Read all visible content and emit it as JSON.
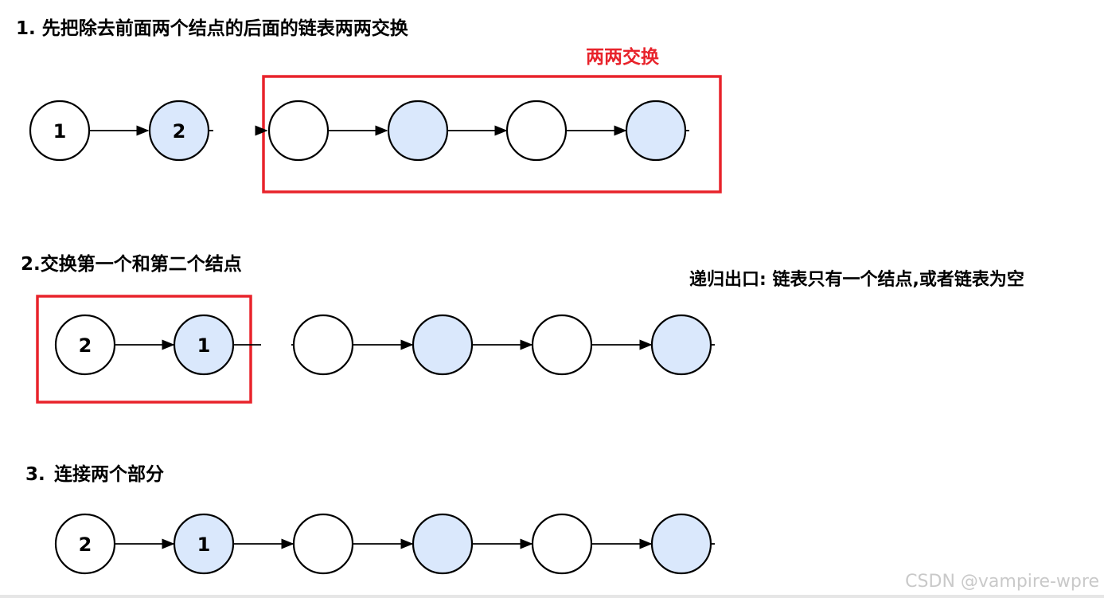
{
  "step1": {
    "title": "1. 先把除去前面两个结点的后面的链表两两交换",
    "box_label": "两两交换",
    "nodes": [
      {
        "label": "1",
        "color": "white"
      },
      {
        "label": "2",
        "color": "blue"
      },
      {
        "label": "",
        "color": "white"
      },
      {
        "label": "",
        "color": "blue"
      },
      {
        "label": "",
        "color": "white"
      },
      {
        "label": "",
        "color": "blue"
      }
    ]
  },
  "step2": {
    "title": "2.交换第一个和第二个结点",
    "note": "递归出口: 链表只有一个结点,或者链表为空",
    "nodes": [
      {
        "label": "2",
        "color": "white"
      },
      {
        "label": "1",
        "color": "blue"
      },
      {
        "label": "",
        "color": "white"
      },
      {
        "label": "",
        "color": "blue"
      },
      {
        "label": "",
        "color": "white"
      },
      {
        "label": "",
        "color": "blue"
      }
    ]
  },
  "step3": {
    "title_num": "3.",
    "title": "连接两个部分",
    "nodes": [
      {
        "label": "2",
        "color": "white"
      },
      {
        "label": "1",
        "color": "blue"
      },
      {
        "label": "",
        "color": "white"
      },
      {
        "label": "",
        "color": "blue"
      },
      {
        "label": "",
        "color": "white"
      },
      {
        "label": "",
        "color": "blue"
      }
    ]
  },
  "watermark": "CSDN @vampire-wpre",
  "colors": {
    "node_blue": "#dae8fc",
    "highlight_red": "#e8232b",
    "stroke": "#000000"
  }
}
